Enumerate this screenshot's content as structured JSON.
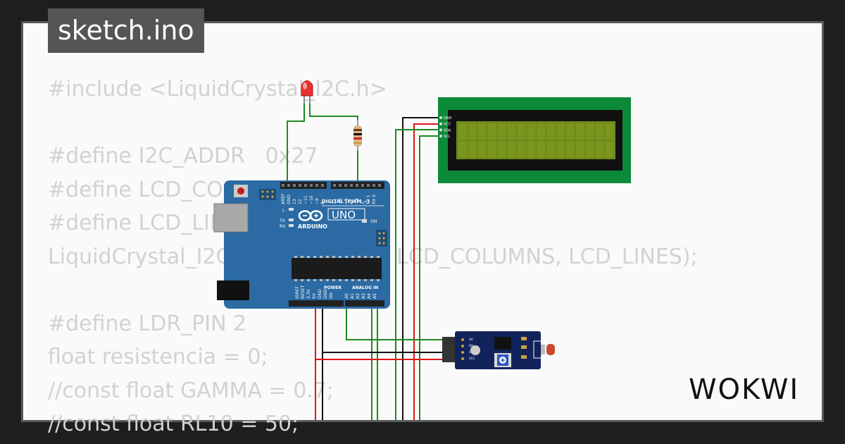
{
  "editor": {
    "filename": "sketch.ino",
    "code_lines": [
      "#include <LiquidCrystal_I2C.h>",
      "",
      "#define I2C_ADDR   0x27",
      "#define LCD_COLUMNS 16",
      "#define LCD_LINES   2",
      "LiquidCrystal_I2C lcd(I2C_ADDR, LCD_COLUMNS, LCD_LINES);",
      "",
      "#define LDR_PIN 2",
      "float resistencia = 0;",
      "//const float GAMMA = 0.7;",
      "//const float RL10 = 50;"
    ]
  },
  "board": {
    "name": "UNO",
    "brand": "ARDUINO",
    "digital_label": "DIGITAL (PWM ~)",
    "power_label": "POWER",
    "analog_label": "ANALOG IN",
    "on_label": "ON",
    "led_l": "L",
    "led_tx": "TX",
    "led_rx": "RX",
    "aref": "AREF",
    "gnd": "GND",
    "digital_pins": [
      "13",
      "12",
      "~11",
      "~10",
      "~9",
      "8",
      "7",
      "~6",
      "~5",
      "4",
      "~3",
      "2",
      "TX 1",
      "RX 0"
    ],
    "power_pins": [
      "IOREF",
      "RESET",
      "3.3V",
      "5V",
      "GND",
      "GND",
      "Vin"
    ],
    "analog_pins": [
      "A0",
      "A1",
      "A2",
      "A3",
      "A4",
      "A5"
    ]
  },
  "lcd": {
    "pins": [
      "GND",
      "VCC",
      "SDA",
      "SCL"
    ]
  },
  "ldr_module": {
    "pins": [
      "VCC",
      "GND",
      "DO",
      "AO"
    ]
  },
  "colors": {
    "board_blue": "#2b6aa3",
    "lcd_green": "#0d8a39",
    "lcd_screen": "#6f8a1a",
    "wire_green": "#1e8a1e",
    "wire_red": "#e01616",
    "wire_black": "#111111",
    "module_navy": "#12235c"
  },
  "branding": {
    "logo": "WOKWI"
  }
}
